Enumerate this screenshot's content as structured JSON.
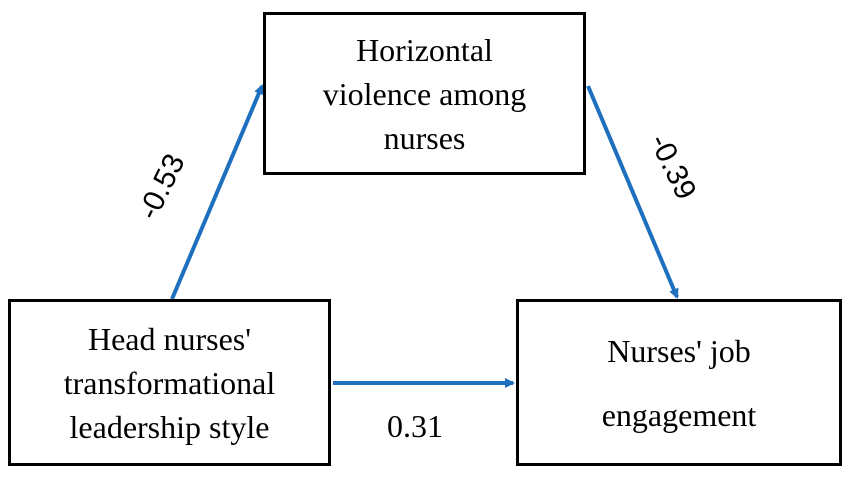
{
  "diagram": {
    "nodes": {
      "mediator": {
        "lines": [
          "Horizontal",
          "violence among",
          "nurses"
        ]
      },
      "predictor": {
        "lines": [
          "Head nurses'",
          "transformational",
          "leadership style"
        ]
      },
      "outcome": {
        "lines": [
          "Nurses' job",
          "engagement"
        ]
      }
    },
    "paths": {
      "a": {
        "from": "predictor",
        "to": "mediator",
        "coefficient": "-0.53"
      },
      "b": {
        "from": "mediator",
        "to": "outcome",
        "coefficient": "-0.39"
      },
      "c": {
        "from": "predictor",
        "to": "outcome",
        "coefficient": "0.31"
      }
    },
    "colors": {
      "arrow": "#1f6fbf",
      "box_border": "#000000"
    }
  }
}
